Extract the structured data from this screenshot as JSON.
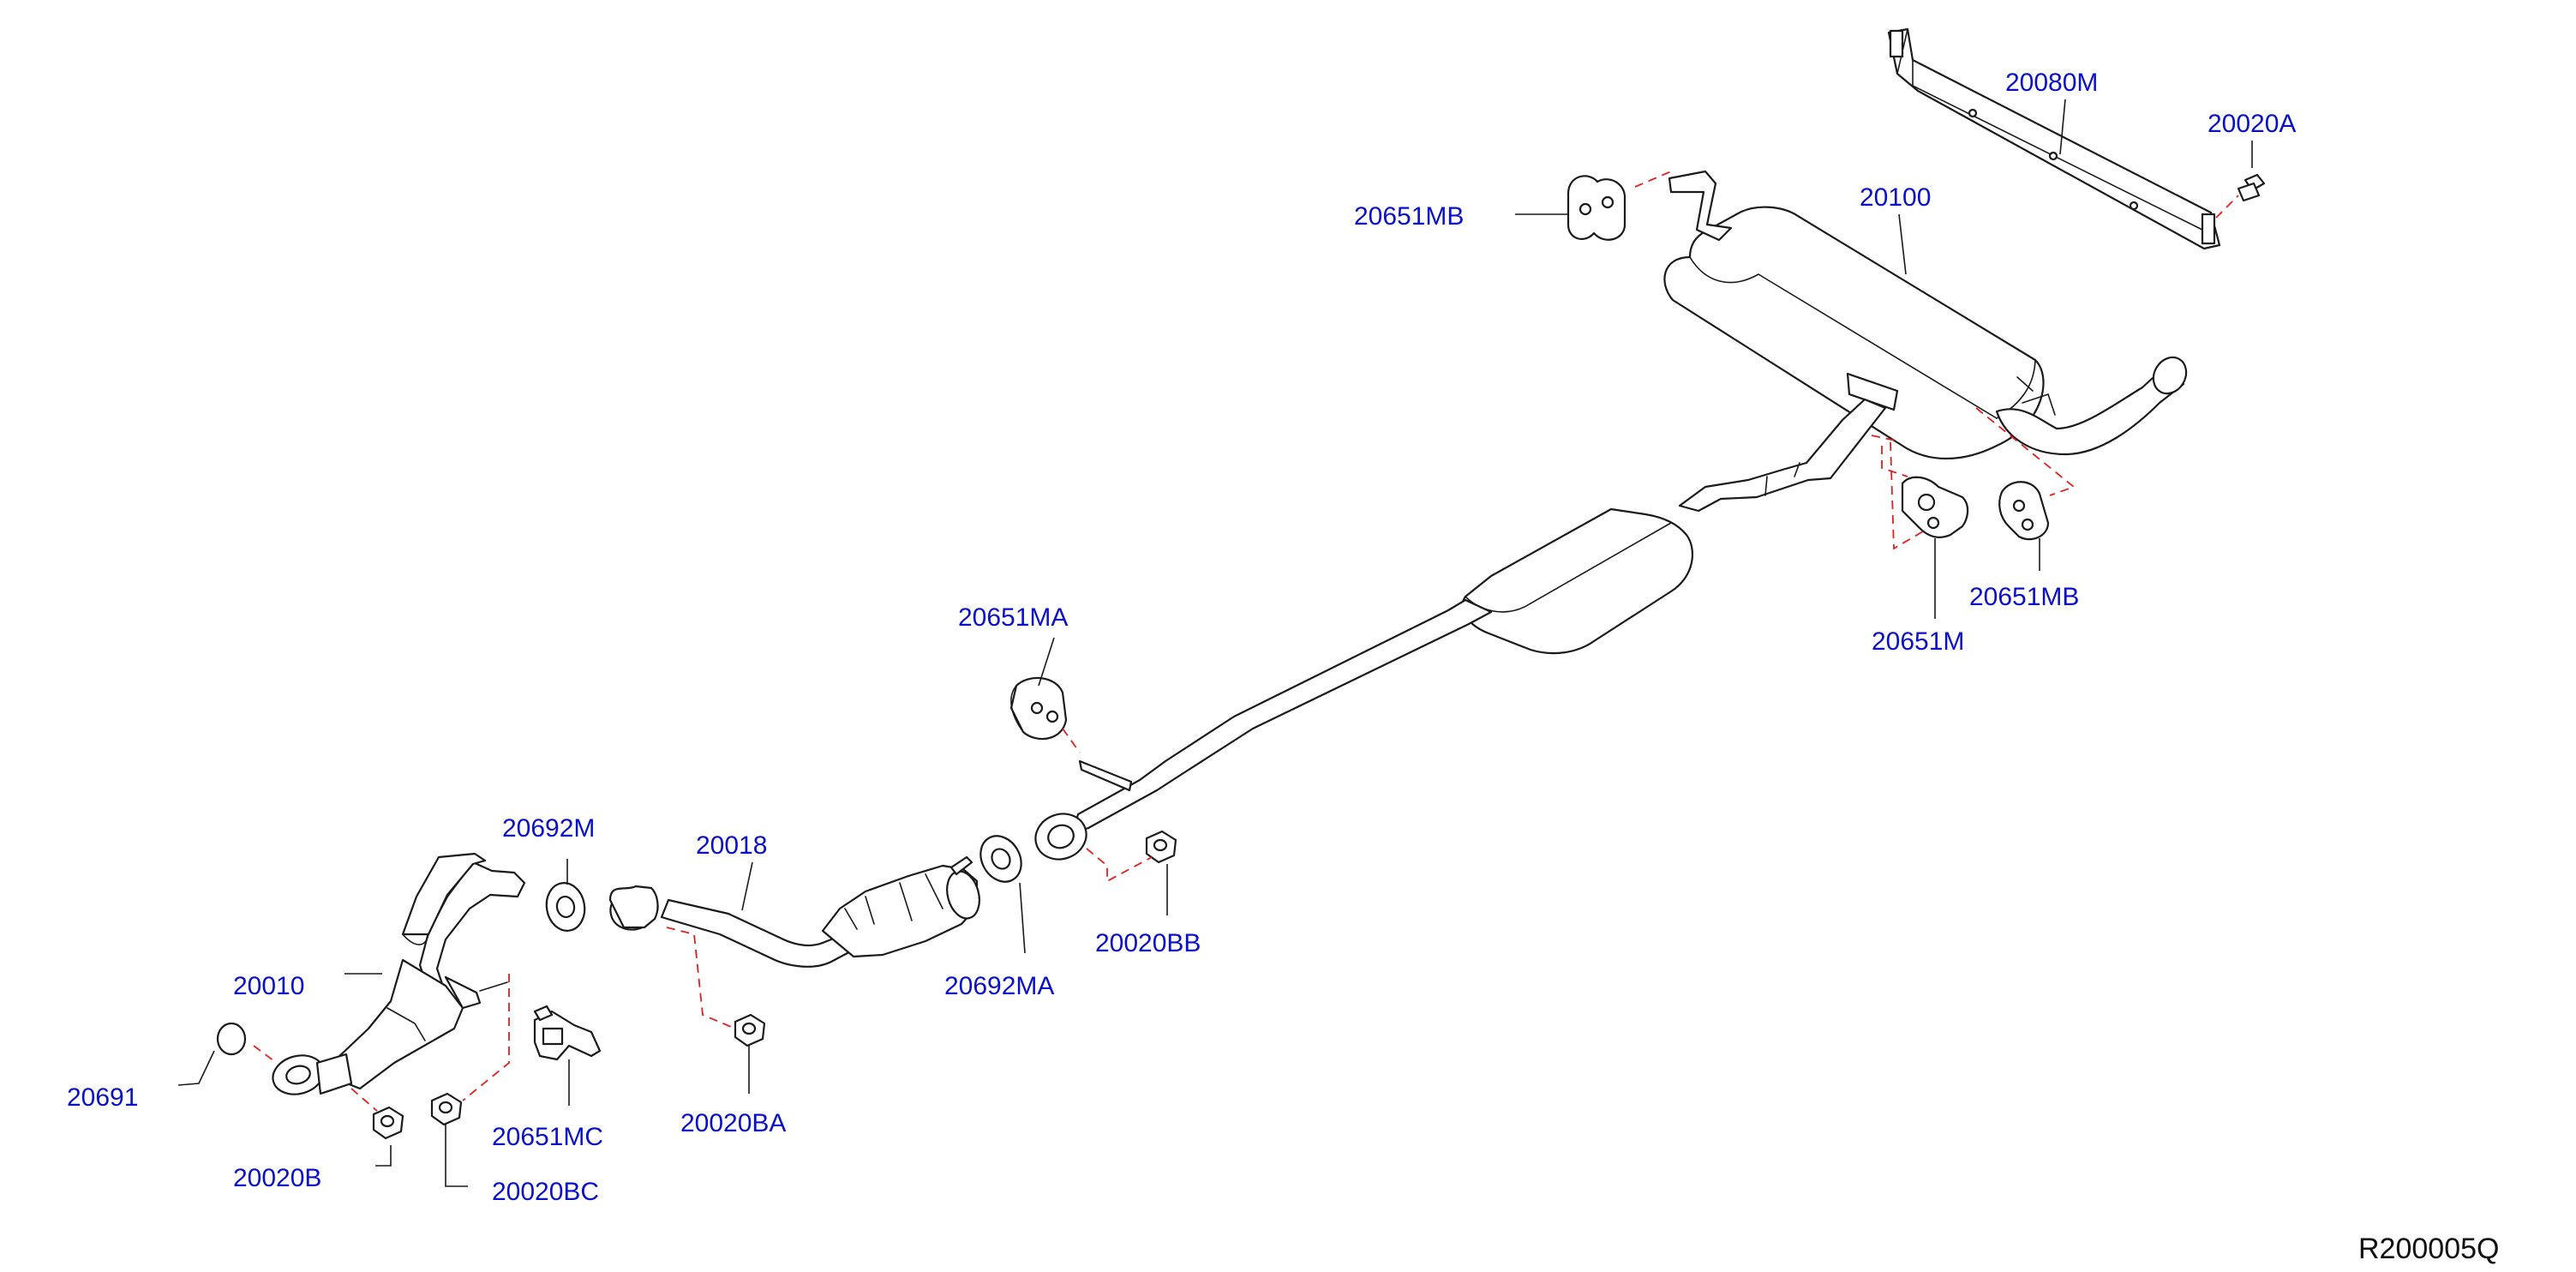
{
  "callouts": {
    "p20080M": "20080M",
    "p20020A": "20020A",
    "p20651MB_top": "20651MB",
    "p20100": "20100",
    "p20651MA": "20651MA",
    "p20651M": "20651M",
    "p20651MB_right": "20651MB",
    "p20692M": "20692M",
    "p20018": "20018",
    "p20010": "20010",
    "p20692MA": "20692MA",
    "p20020BB": "20020BB",
    "p20691": "20691",
    "p20651MC": "20651MC",
    "p20020BA": "20020BA",
    "p20020B": "20020B",
    "p20020BC": "20020BC"
  },
  "reference_code": "R200005Q",
  "colors": {
    "callout_text": "#0a10c8",
    "dash_lines": "#e02020",
    "outline": "#1a1a1a"
  }
}
